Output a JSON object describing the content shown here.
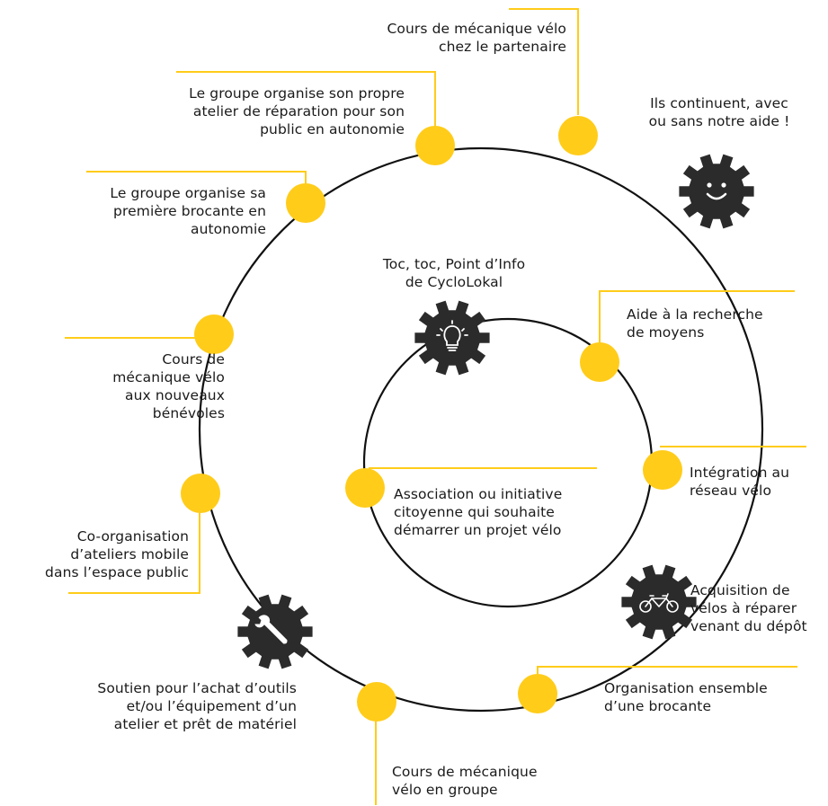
{
  "colors": {
    "accent_yellow": "#FFCC1A",
    "line_yellow": "#FFCC1A",
    "circle_line": "#111111",
    "gear": "#2b2b2b",
    "gear_symbol": "#ffffff"
  },
  "labels": {
    "cours_partenaire": [
      "Cours de mécanique vélo",
      "chez le partenaire"
    ],
    "ils_continuent": [
      "Ils continuent, avec",
      "ou sans notre aide !"
    ],
    "atelier_autonomie": [
      "Le groupe organise son propre",
      "atelier de réparation pour son",
      "public en autonomie"
    ],
    "brocante_autonomie": [
      "Le groupe organise sa",
      "première brocante en",
      "autonomie"
    ],
    "point_info": [
      "Toc, toc, Point d’Info",
      "de CycloLokal"
    ],
    "aide_moyens": [
      "Aide à la recherche",
      "de moyens"
    ],
    "cours_benevoles": [
      "Cours de",
      "mécanique vélo",
      "aux nouveaux",
      "bénévoles"
    ],
    "integration_reseau": [
      "Intégration au",
      "réseau vélo"
    ],
    "association": [
      "Association ou initiative",
      "citoyenne qui souhaite",
      "démarrer un projet vélo"
    ],
    "co_organisation": [
      "Co-organisation",
      "d’ateliers mobile",
      "dans l’espace public"
    ],
    "acquisition": [
      "Acquisition de",
      "vélos à réparer",
      "venant du dépôt"
    ],
    "soutien": [
      "Soutien pour l’achat d’outils",
      "et/ou l’équipement d’un",
      "atelier et prêt de matériel"
    ],
    "organisation_brocante": [
      "Organisation ensemble",
      "d’une brocante"
    ],
    "cours_groupe": [
      "Cours de mécanique",
      "vélo en groupe"
    ]
  },
  "icons": {
    "gear_smiley": "smiley-gear-icon",
    "gear_bulb": "lightbulb-gear-icon",
    "gear_tandem": "tandem-bike-gear-icon",
    "gear_wrench": "wrench-gear-icon"
  }
}
